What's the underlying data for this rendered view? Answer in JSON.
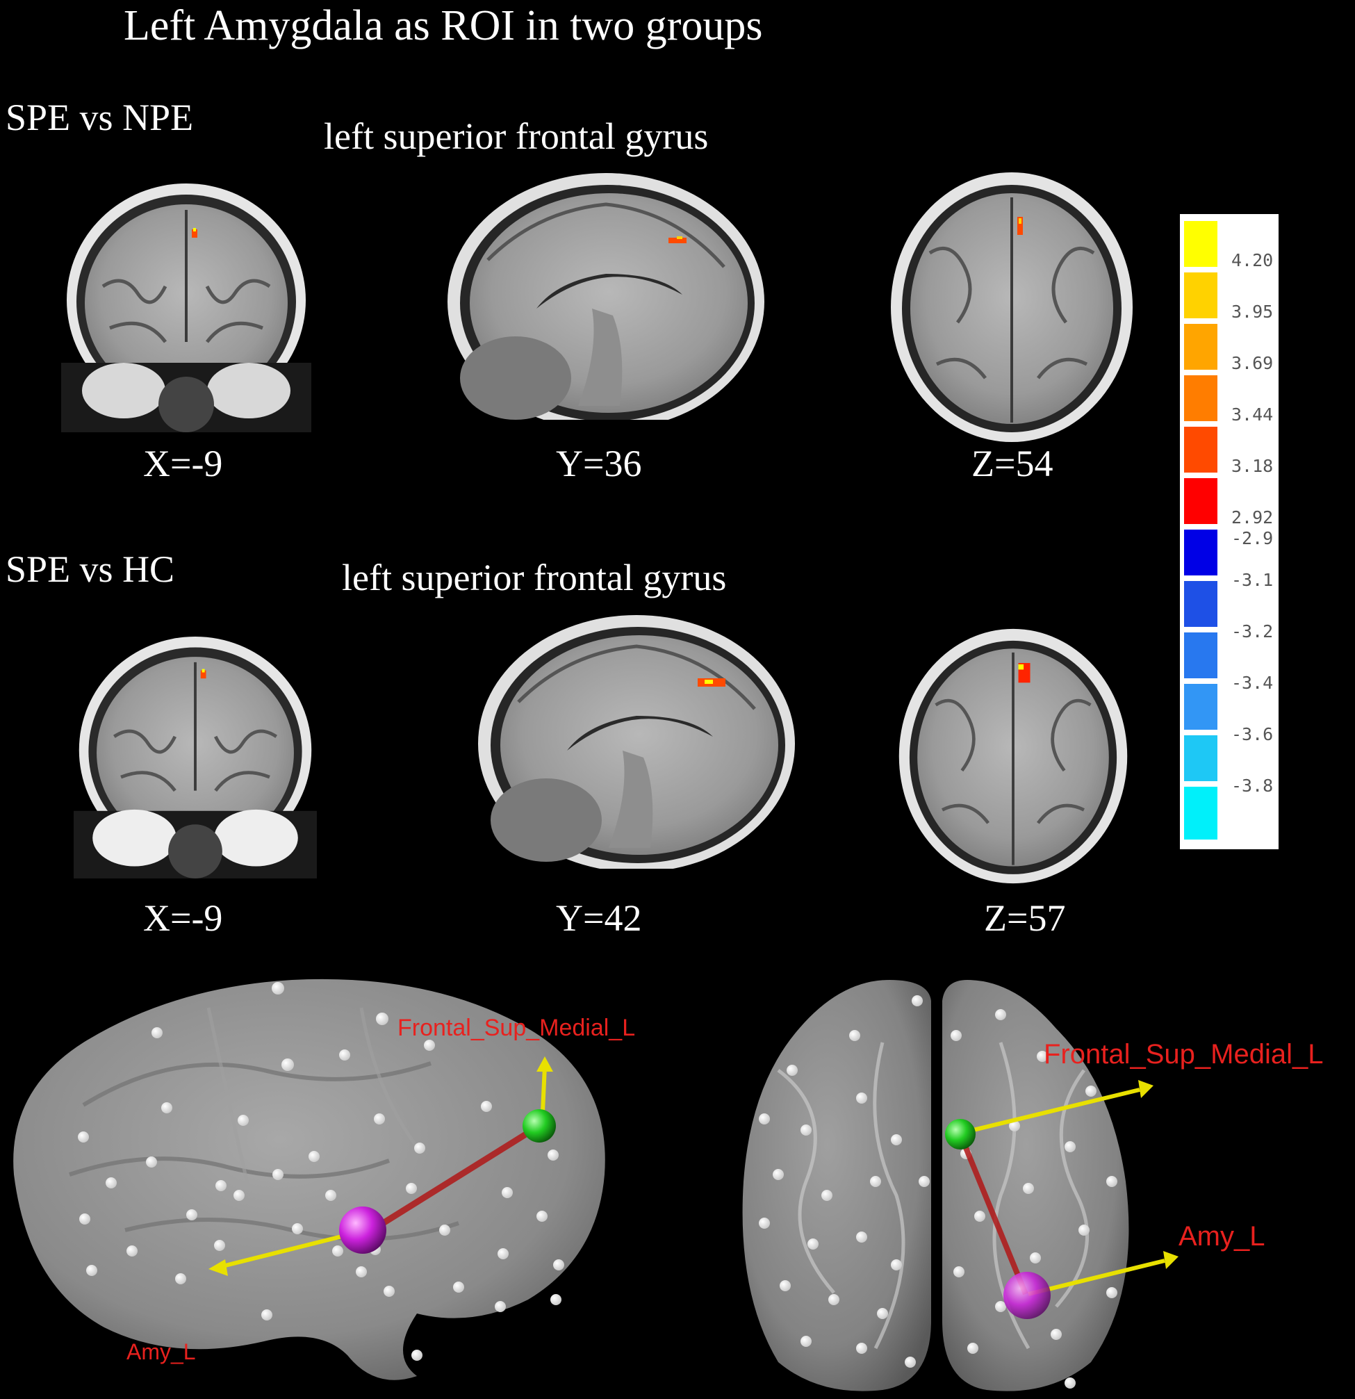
{
  "title": "Left Amygdala as ROI in two groups",
  "rows": [
    {
      "group_label": "SPE vs NPE",
      "region_label": "left superior frontal gyrus",
      "coordinates": [
        "X=-9",
        "Y=36",
        "Z=54"
      ]
    },
    {
      "group_label": "SPE vs HC",
      "region_label": "left superior frontal gyrus",
      "coordinates": [
        "X=-9",
        "Y=42",
        "Z=57"
      ]
    }
  ],
  "colorbar": {
    "positive": [
      {
        "label": "4.20",
        "color": "#ffff00"
      },
      {
        "label": "3.95",
        "color": "#ffd200"
      },
      {
        "label": "3.69",
        "color": "#ffa500"
      },
      {
        "label": "3.44",
        "color": "#ff7d00"
      },
      {
        "label": "3.18",
        "color": "#ff4a00"
      },
      {
        "label": "2.92",
        "color": "#ff0000"
      }
    ],
    "negative": [
      {
        "label": "-2.9",
        "color": "#0000e6"
      },
      {
        "label": "-3.1",
        "color": "#1e50e6"
      },
      {
        "label": "-3.2",
        "color": "#2878ef"
      },
      {
        "label": "-3.4",
        "color": "#3296f5"
      },
      {
        "label": "-3.6",
        "color": "#1ec8f5"
      },
      {
        "label": "-3.8",
        "color": "#00f0fa"
      }
    ]
  },
  "brain_network": {
    "lateral_view": {
      "node_a": "Frontal_Sup_Medial_L",
      "node_b": "Amy_L"
    },
    "dorsal_view": {
      "node_a": "Frontal_Sup_Medial_L",
      "node_b": "Amy_L"
    },
    "colors": {
      "frontal_node": "#22cc22",
      "amygdala_node": "#cc22dd",
      "edge": "#b01818",
      "arrow": "#e8e000",
      "label": "#e8211e"
    }
  }
}
